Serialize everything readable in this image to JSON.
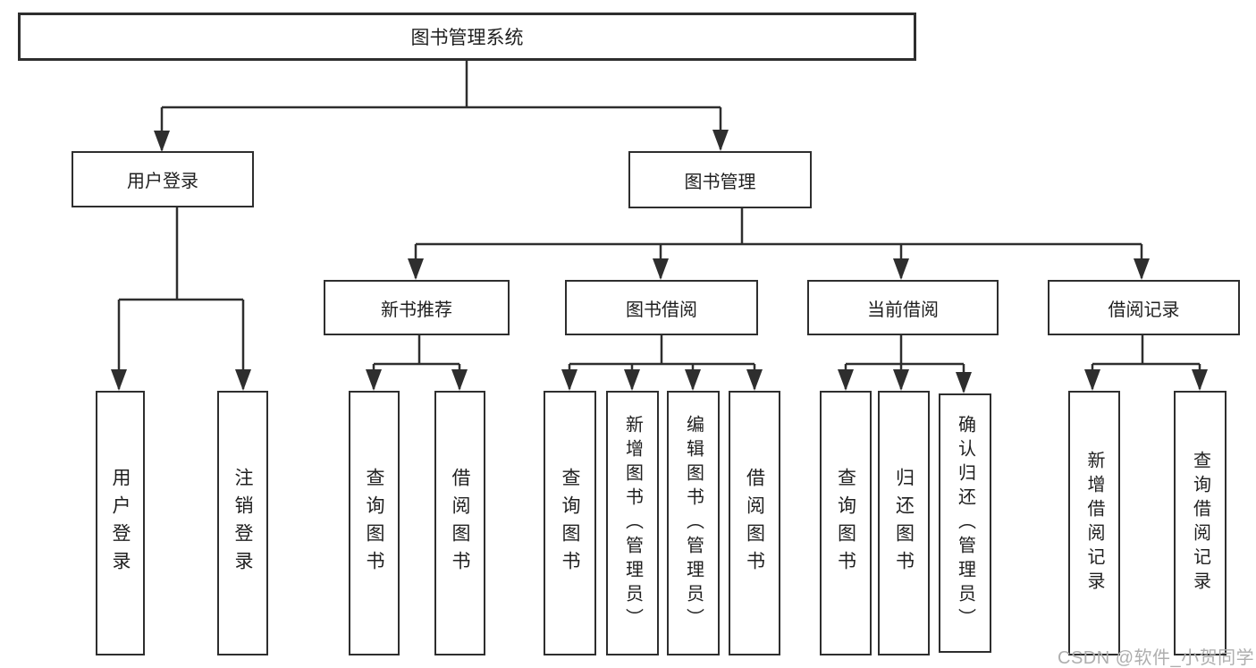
{
  "tree": {
    "label": "图书管理系统",
    "children": [
      {
        "label": "用户登录",
        "children": [
          {
            "label": "用户登录"
          },
          {
            "label": "注销登录"
          }
        ]
      },
      {
        "label": "图书管理",
        "children": [
          {
            "label": "新书推荐",
            "children": [
              {
                "label": "查询图书"
              },
              {
                "label": "借阅图书"
              }
            ]
          },
          {
            "label": "图书借阅",
            "children": [
              {
                "label": "查询图书"
              },
              {
                "label": "新增图书（管理员）"
              },
              {
                "label": "编辑图书（管理员）"
              },
              {
                "label": "借阅图书"
              }
            ]
          },
          {
            "label": "当前借阅",
            "children": [
              {
                "label": "查询图书"
              },
              {
                "label": "归还图书"
              },
              {
                "label": "确认归还（管理员）"
              }
            ]
          },
          {
            "label": "借阅记录",
            "children": [
              {
                "label": "新增借阅记录"
              },
              {
                "label": "查询借阅记录"
              }
            ]
          }
        ]
      }
    ]
  },
  "watermark": {
    "text": "CSDN @软件_小贺同学"
  },
  "colors": {
    "line": "#2e2e2e",
    "box_border": "#2e2e2e",
    "box_fill": "#ffffff",
    "text": "#1f1f1f",
    "watermark": "#aeaeae",
    "background": "#ffffff"
  }
}
